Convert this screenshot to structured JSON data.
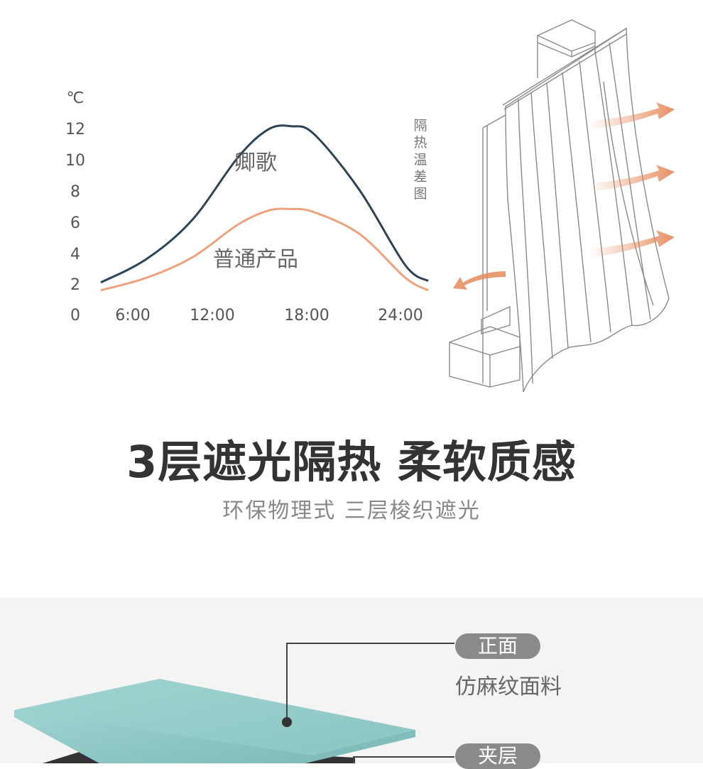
{
  "chart_data": {
    "type": "line",
    "y_unit": "℃",
    "y_ticks": [
      "12",
      "10",
      "8",
      "6",
      "4",
      "2",
      "0"
    ],
    "x_ticks": [
      "6:00",
      "12:00",
      "18:00",
      "24:00"
    ],
    "ylim": [
      0,
      12
    ],
    "x_domain_hours": [
      3,
      24.5
    ],
    "series": [
      {
        "name": "卿歌",
        "color": "#2c4455",
        "x_hours": [
          3,
          6,
          9,
          12,
          14,
          15.5,
          17,
          20,
          23,
          24.5
        ],
        "values": [
          2.1,
          3.6,
          6.1,
          10.1,
          11.9,
          12.1,
          11.6,
          8.0,
          3.2,
          2.2
        ]
      },
      {
        "name": "普通产品",
        "color": "#eea27e",
        "x_hours": [
          3,
          6,
          9,
          12,
          14,
          15.5,
          17,
          20,
          23,
          24.5
        ],
        "values": [
          1.6,
          2.4,
          3.7,
          5.8,
          6.7,
          6.8,
          6.6,
          5.2,
          2.4,
          1.6
        ]
      }
    ],
    "title": "",
    "grid": false
  },
  "illustration": {
    "caption": "隔热温差图",
    "arrow_color": "#e58a5c",
    "icon": "curtain-window-icon"
  },
  "hero": {
    "headline": "3层遮光隔热 柔软质感",
    "subline": "环保物理式  三层梭织遮光"
  },
  "layers": [
    {
      "tag": "正面",
      "desc": "仿麻纹面料"
    },
    {
      "tag": "夹层",
      "desc": ""
    }
  ],
  "colors": {
    "fabric_top": "#8ccbc8",
    "fabric_bottom": "#333333",
    "pill_bg": "#8a8a8a"
  }
}
